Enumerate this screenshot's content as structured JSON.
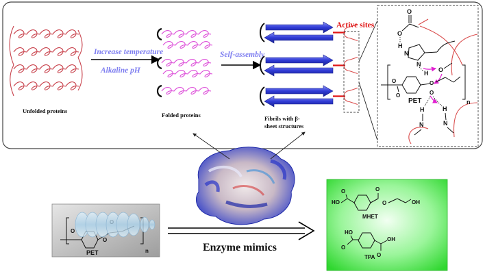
{
  "top_panel": {
    "unfolded_label": "Unfolded proteins",
    "step1_label_a": "Increase temperature",
    "step1_label_b": "Alkaline pH",
    "folded_label": "Folded proteins",
    "step2_label": "Self-assembly",
    "fibrils_label_line1": "Fibrils with β-",
    "fibrils_label_line2": "sheet structures",
    "active_sites_label": "Active sites"
  },
  "mechanism": {
    "pet_label": "PET",
    "subscript_n": "n",
    "atoms": {
      "O": "O",
      "H": "H",
      "N": "N"
    }
  },
  "bottom": {
    "pet_label": "PET",
    "subscript_n": "n",
    "arrow_label": "Enzyme mimics",
    "products": {
      "mhet_label": "MHET",
      "tpa_label": "TPA",
      "ho": "HO",
      "oh": "OH",
      "o": "O"
    }
  },
  "colors": {
    "coil_red": "#c8414b",
    "coil_pink": "#dd4fd9",
    "beta_blue": "#2f3ad6",
    "active_red": "#e01515",
    "step_text": "#7e7ef0",
    "product_green": "#3fe63f"
  }
}
